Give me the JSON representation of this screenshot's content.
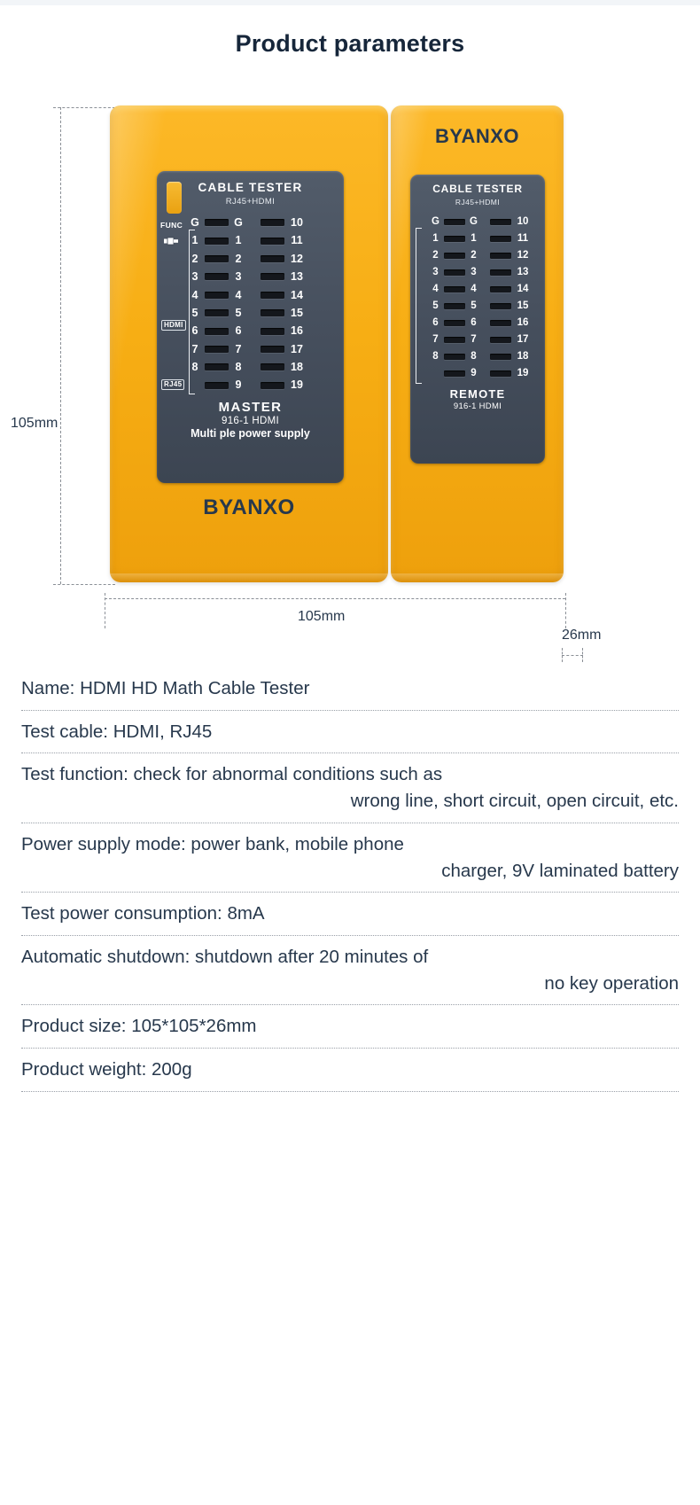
{
  "page": {
    "title": "Product parameters"
  },
  "diagram": {
    "dimensions": {
      "height_label": "105mm",
      "width_label": "105mm",
      "depth_label": "26mm"
    },
    "brand": "BYANXO",
    "master": {
      "panel_title": "CABLE TESTER",
      "panel_sub": "RJ45+HDMI",
      "func_label": "FUNC",
      "side_tags": [
        "HDMI",
        "RJ45"
      ],
      "footer_main": "MASTER",
      "footer_sub": "916-1 HDMI",
      "footer_sub2": "Multi ple power supply",
      "left_column": [
        "G",
        "1",
        "2",
        "3",
        "4",
        "5",
        "6",
        "7",
        "8",
        ""
      ],
      "mid_column": [
        "G",
        "1",
        "2",
        "3",
        "4",
        "5",
        "6",
        "7",
        "8",
        "9"
      ],
      "right_column": [
        "10",
        "11",
        "12",
        "13",
        "14",
        "15",
        "16",
        "17",
        "18",
        "19"
      ]
    },
    "remote": {
      "panel_title": "CABLE TESTER",
      "panel_sub": "RJ45+HDMI",
      "footer_main": "REMOTE",
      "footer_sub": "916-1 HDMI",
      "left_column": [
        "G",
        "1",
        "2",
        "3",
        "4",
        "5",
        "6",
        "7",
        "8",
        ""
      ],
      "mid_column": [
        "G",
        "1",
        "2",
        "3",
        "4",
        "5",
        "6",
        "7",
        "8",
        "9"
      ],
      "right_column": [
        "10",
        "11",
        "12",
        "13",
        "14",
        "15",
        "16",
        "17",
        "18",
        "19"
      ]
    },
    "colors": {
      "shell": "#f7ae14",
      "panel": "#454e5c",
      "text": "#27384c"
    }
  },
  "specs": [
    {
      "lines": [
        "Name: HDMI HD Math Cable Tester"
      ]
    },
    {
      "lines": [
        "Test cable: HDMI, RJ45"
      ]
    },
    {
      "lines": [
        "Test function: check for abnormal conditions such as",
        "wrong line, short circuit, open circuit, etc."
      ]
    },
    {
      "lines": [
        "Power supply mode: power bank, mobile phone",
        "charger, 9V laminated battery"
      ]
    },
    {
      "lines": [
        "Test power consumption: 8mA"
      ]
    },
    {
      "lines": [
        "Automatic shutdown: shutdown after 20 minutes of",
        "no key operation"
      ]
    },
    {
      "lines": [
        "Product size: 105*105*26mm"
      ]
    },
    {
      "lines": [
        "Product weight: 200g"
      ]
    }
  ]
}
